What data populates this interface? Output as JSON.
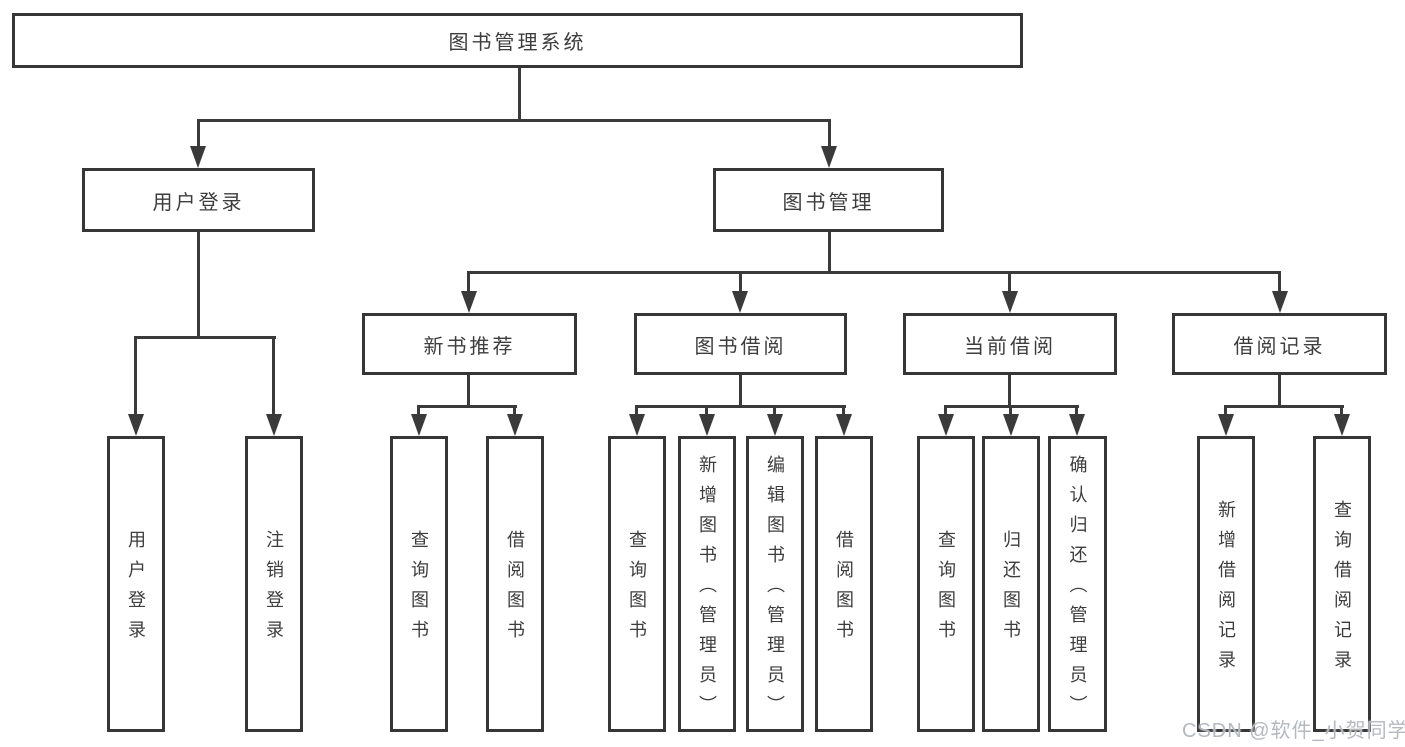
{
  "diagram": {
    "nodes": {
      "root": "图书管理系统",
      "user_login": "用户登录",
      "book_mgmt": "图书管理",
      "new_book_rec": "新书推荐",
      "book_borrow": "图书借阅",
      "current_borrow": "当前借阅",
      "borrow_record": "借阅记录"
    },
    "children": {
      "user_login": [
        "用户登录",
        "注销登录"
      ],
      "new_book_rec": [
        "查询图书",
        "借阅图书"
      ],
      "book_borrow": [
        "查询图书",
        "新增图书（管理员）",
        "编辑图书（管理员）",
        "借阅图书"
      ],
      "current_borrow": [
        "查询图书",
        "归还图书",
        "确认归还（管理员）"
      ],
      "borrow_record": [
        "新增借阅记录",
        "查询借阅记录"
      ]
    },
    "colors": {
      "line": "#3a3a3a",
      "border": "#363636",
      "text": "#3d3d3d",
      "box_bg": "#ffffff"
    }
  },
  "watermark": "CSDN @软件_小贺同学"
}
